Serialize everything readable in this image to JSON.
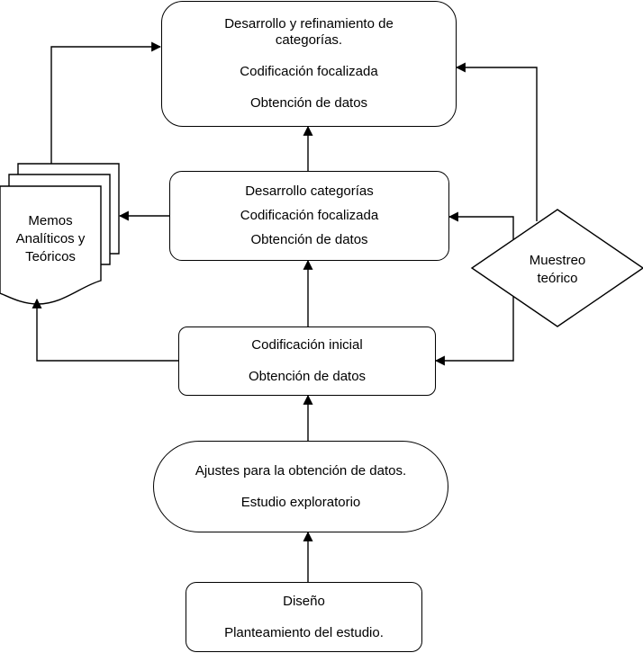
{
  "boxes": {
    "refinement": {
      "line1": "Desarrollo y refinamiento de",
      "line2": "categorías.",
      "line3": "Codificación focalizada",
      "line4": "Obtención de datos"
    },
    "categories": {
      "line1": "Desarrollo categorías",
      "line2": "Codificación focalizada",
      "line3": "Obtención de datos"
    },
    "initial": {
      "line1": "Codificación inicial",
      "line2": "Obtención de datos"
    },
    "adjustments": {
      "line1": "Ajustes para la obtención de datos.",
      "line2": "Estudio exploratorio"
    },
    "design": {
      "line1": "Diseño",
      "line2": "Planteamiento del estudio."
    }
  },
  "memos": {
    "line1": "Memos",
    "line2": "Analíticos y",
    "line3": "Teóricos"
  },
  "sampling": {
    "line1": "Muestreo",
    "line2": "teórico"
  }
}
